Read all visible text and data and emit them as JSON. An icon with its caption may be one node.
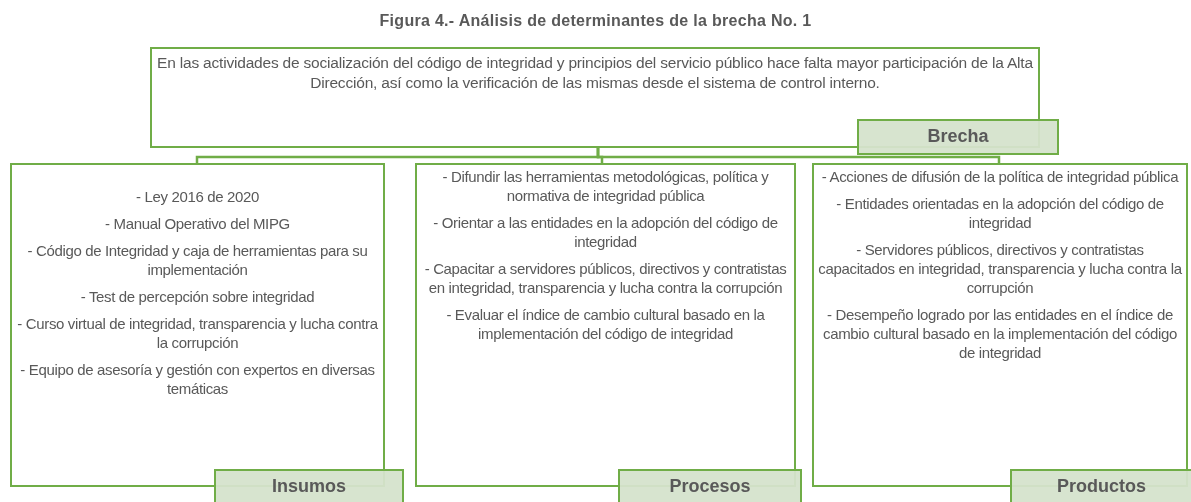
{
  "diagram": {
    "title": "Figura 4.- Análisis de determinantes de la brecha No. 1",
    "nodes": [
      {
        "text": [
          "En las actividades de socialización del código de integridad y principios del servicio público hace falta mayor participación de la Alta Dirección, así como la verificación de las mismas desde el sistema de control interno.",
          "Brecha"
        ]
      },
      {
        "text": [
          "- Ley 2016 de 2020",
          "- Manual Operativo del MIPG",
          "- Código de Integridad y caja de herramientas para su implementación",
          "- Test de percepción sobre integridad",
          "- Curso virtual de integridad, transparencia y lucha contra la corrupción",
          "- Equipo de asesoría y gestión con expertos en diversas temáticas",
          "Insumos"
        ]
      },
      {
        "text": [
          "- Difundir las herramientas metodológicas, política y normativa de integridad pública",
          "- Orientar a las entidades en la adopción del código de integridad",
          "- Capacitar a servidores públicos, directivos y contratistas en integridad, transparencia y lucha contra la corrupción",
          "- Evaluar el índice de cambio cultural basado en la implementación del código de integridad",
          "Procesos"
        ]
      },
      {
        "text": [
          "- Acciones de difusión de la política de integridad pública",
          "- Entidades orientadas en la adopción del código de integridad",
          "- Servidores públicos, directivos y contratistas capacitados en integridad, transparencia y lucha contra la corrupción",
          "- Desempeño logrado por las entidades en el índice de cambio cultural basado en la implementación del código de integridad",
          "Productos"
        ]
      }
    ],
    "edges": [
      {
        "from": 0,
        "to": 1,
        "arrow": "none"
      },
      {
        "from": 0,
        "to": 2,
        "arrow": "none"
      },
      {
        "from": 0,
        "to": 3,
        "arrow": "none"
      }
    ]
  }
}
